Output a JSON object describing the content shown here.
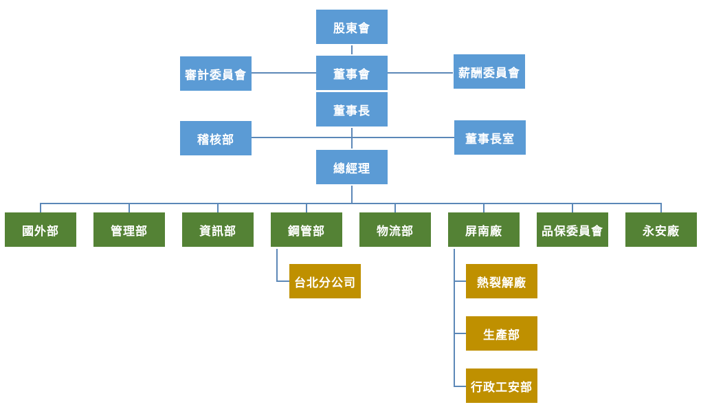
{
  "colors": {
    "governance": "#5b9bd5",
    "departments": "#548235",
    "sub_units": "#bf9000",
    "connector": "#5b87b7",
    "text": "#ffffff"
  },
  "governance": {
    "shareholders": "股東會",
    "board": "董事會",
    "audit_committee": "審計委員會",
    "compensation_committee": "薪酬委員會",
    "chairman": "董事長",
    "internal_audit": "稽核部",
    "chairman_office": "董事長室",
    "general_manager": "總經理"
  },
  "departments": [
    {
      "label": "國外部"
    },
    {
      "label": "管理部"
    },
    {
      "label": "資訊部"
    },
    {
      "label": "鋼管部"
    },
    {
      "label": "物流部"
    },
    {
      "label": "屏南廠"
    },
    {
      "label": "品保委員會"
    },
    {
      "label": "永安廠"
    }
  ],
  "sub_units": {
    "steel_pipe": [
      {
        "label": "台北分公司"
      }
    ],
    "pingnan_plant": [
      {
        "label": "熱裂解廠"
      },
      {
        "label": "生產部"
      },
      {
        "label": "行政工安部"
      }
    ]
  }
}
